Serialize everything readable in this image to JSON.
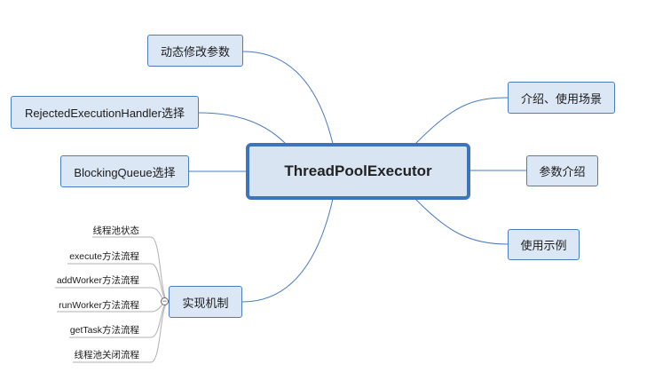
{
  "central": "ThreadPoolExecutor",
  "right_nodes": [
    {
      "id": "intro",
      "label": "介绍、使用场景"
    },
    {
      "id": "params",
      "label": "参数介绍"
    },
    {
      "id": "example",
      "label": "使用示例"
    }
  ],
  "left_nodes": [
    {
      "id": "dynamic",
      "label": "动态修改参数"
    },
    {
      "id": "rejected",
      "label": "RejectedExecutionHandler选择"
    },
    {
      "id": "queue",
      "label": "BlockingQueue选择"
    },
    {
      "id": "impl",
      "label": "实现机制"
    }
  ],
  "impl_children": [
    "线程池状态",
    "execute方法流程",
    "addWorker方法流程",
    "runWorker方法流程",
    "getTask方法流程",
    "线程池关闭流程"
  ],
  "collapse_symbol": "−",
  "colors": {
    "node_fill": "#dce7f5",
    "node_border": "#4a7cc0",
    "connector": "#4a7cc0",
    "leaf_line": "#b0b0b0"
  }
}
